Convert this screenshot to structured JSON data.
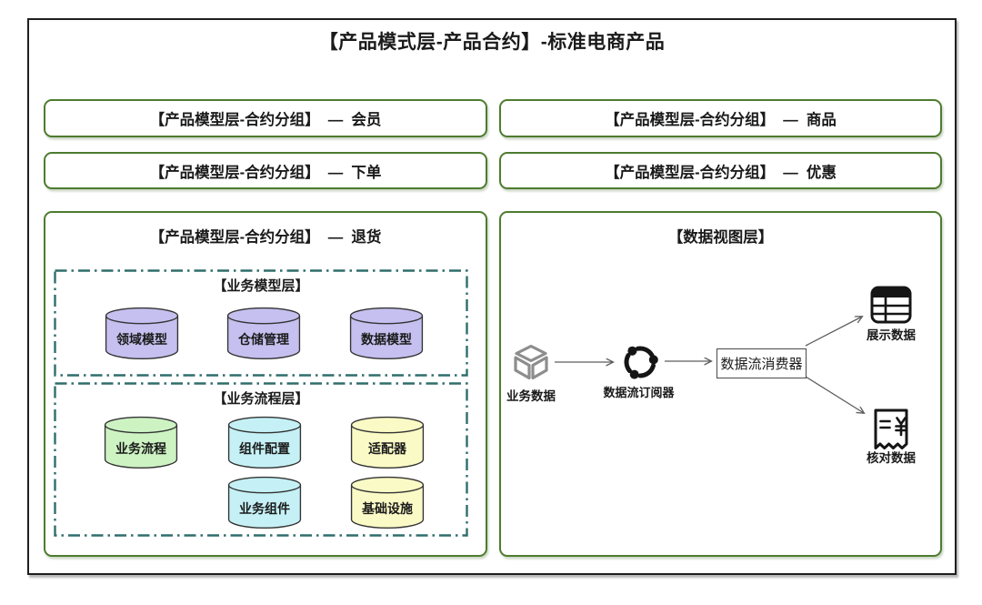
{
  "title": "【产品模式层-产品合约】-标准电商产品",
  "colors": {
    "green_border": "#4d7c2f",
    "teal_dash": "#2f6e6c",
    "purple": "#c5c0ef",
    "green": "#cdf3c3",
    "cyan": "#c5f1f6",
    "yellow": "#fafac6",
    "icon_gray": "#8d8d8d",
    "icon_black": "#151515"
  },
  "contract_groups": [
    {
      "label": "【产品模型层-合约分组】  —  会员"
    },
    {
      "label": "【产品模型层-合约分组】  —  商品"
    },
    {
      "label": "【产品模型层-合约分组】  —  下单"
    },
    {
      "label": "【产品模型层-合约分组】  —  优惠"
    }
  ],
  "returns_group": {
    "title": "【产品模型层-合约分组】  —  退货",
    "business_model_layer": {
      "title": "【业务模型层】",
      "cylinders": [
        {
          "label": "领域模型",
          "color": "purple"
        },
        {
          "label": "仓储管理",
          "color": "purple"
        },
        {
          "label": "数据模型",
          "color": "purple"
        }
      ]
    },
    "business_process_layer": {
      "title": "【业务流程层】",
      "cylinders_row1": [
        {
          "label": "业务流程",
          "color": "green"
        },
        {
          "label": "组件配置",
          "color": "cyan"
        },
        {
          "label": "适配器",
          "color": "yellow"
        }
      ],
      "cylinders_row2": [
        {
          "label": "业务组件",
          "color": "cyan"
        },
        {
          "label": "基础设施",
          "color": "yellow"
        }
      ]
    }
  },
  "data_view_layer": {
    "title": "【数据视图层】",
    "nodes": {
      "source": {
        "label": "业务数据",
        "icon": "cube-3d-icon"
      },
      "subscriber": {
        "label": "数据流订阅器",
        "icon": "cycle-icon"
      },
      "consumer": {
        "label": "数据流消费器"
      },
      "display": {
        "label": "展示数据",
        "icon": "table-icon"
      },
      "reconcile": {
        "label": "核对数据",
        "icon": "receipt-icon"
      }
    }
  }
}
